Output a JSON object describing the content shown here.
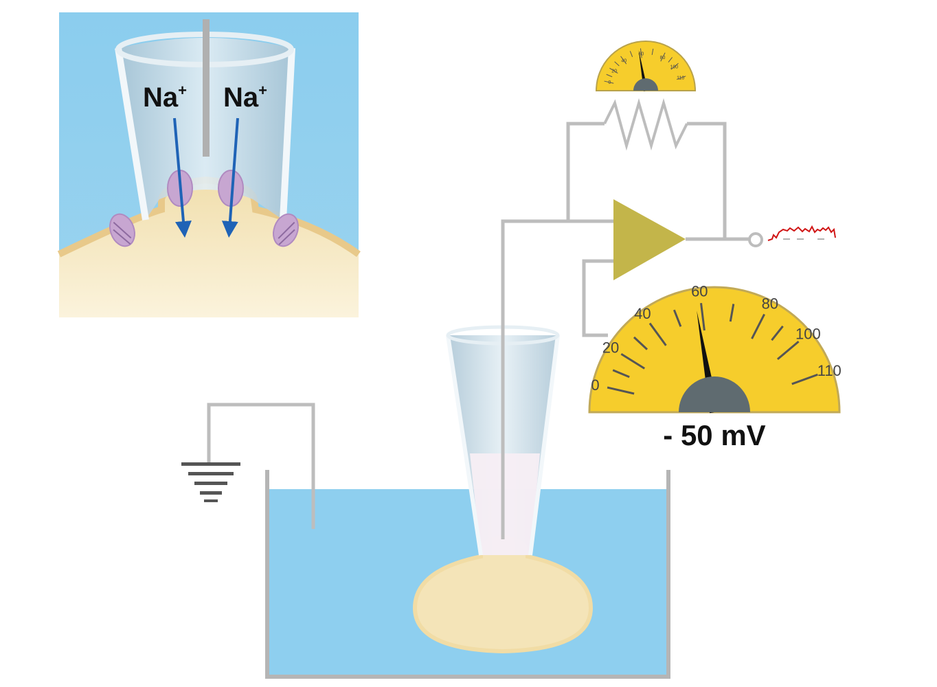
{
  "inset": {
    "ion_left": "Na",
    "ion_right": "Na",
    "ion_charge": "+"
  },
  "meter_large": {
    "ticks": [
      "0",
      "20",
      "40",
      "60",
      "80",
      "100",
      "110"
    ],
    "reading": "- 50 mV",
    "needle_value": 58
  },
  "meter_small": {
    "ticks": [
      "0",
      "20",
      "40",
      "60",
      "80",
      "100",
      "110"
    ],
    "needle_value": 58
  },
  "colors": {
    "bath": "#8ecfef",
    "cell": "#f4e4b8",
    "membrane": "#e8c98a",
    "channel": "#c7a6d1",
    "meter": "#f6cd2c",
    "amplifier": "#c3b54a",
    "wire": "#bdbdbd",
    "trace": "#d01515",
    "arrow": "#1f63b6"
  }
}
